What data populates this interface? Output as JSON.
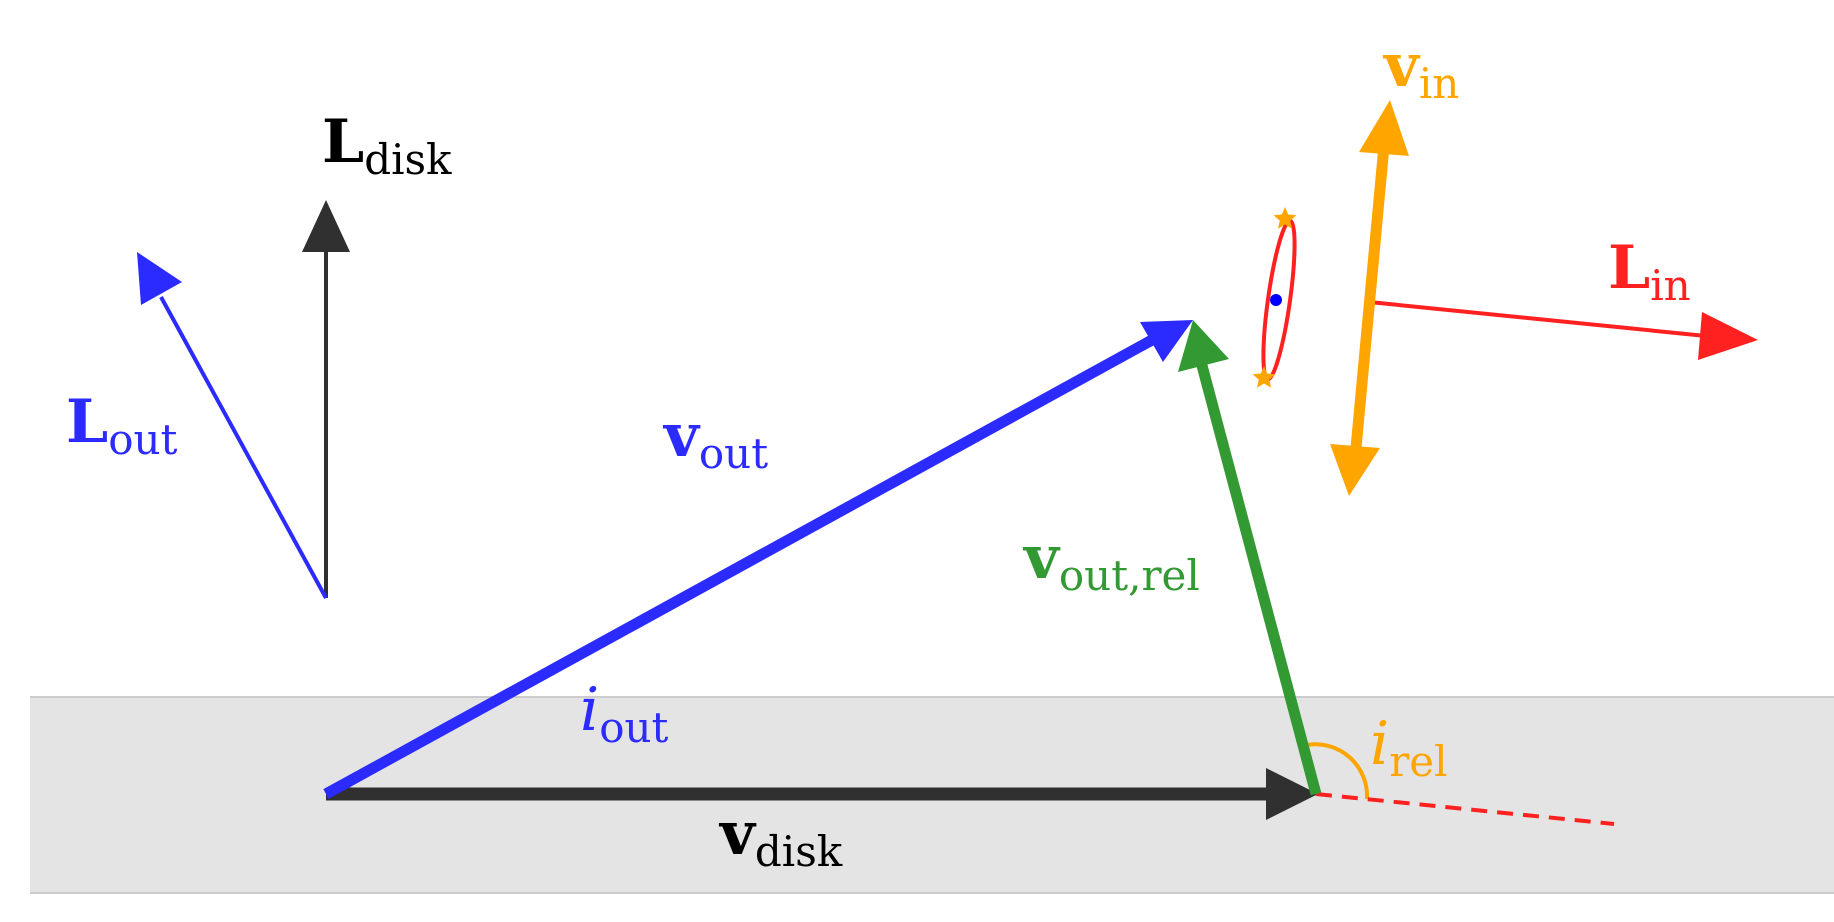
{
  "colors": {
    "disk_band": "#e4e4e4",
    "disk_edge": "#cccccc",
    "black": "#303030",
    "blue": "#2b2bff",
    "green": "#339933",
    "orange": "#ffa500",
    "red": "#ff2020"
  },
  "labels": {
    "L_disk": {
      "main": "L",
      "sub": "disk"
    },
    "L_out": {
      "main": "L",
      "sub": "out"
    },
    "v_out": {
      "main": "v",
      "sub": "out"
    },
    "v_out_rel": {
      "main": "v",
      "sub": "out,rel"
    },
    "i_out": {
      "main": "i",
      "sub": "out"
    },
    "v_disk": {
      "main": "v",
      "sub": "disk"
    },
    "i_rel": {
      "main": "i",
      "sub": "rel"
    },
    "v_in": {
      "main": "v",
      "sub": "in"
    },
    "L_in": {
      "main": "L",
      "sub": "in"
    }
  }
}
